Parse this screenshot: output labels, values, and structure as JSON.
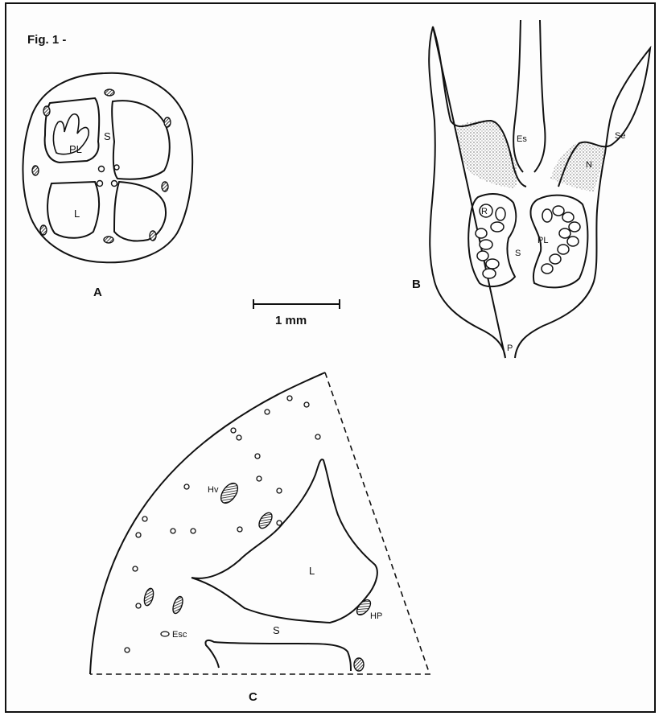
{
  "figure": {
    "title": "Fig. 1 -",
    "scale_bar": "1 mm"
  },
  "panels": {
    "a": {
      "letter": "A",
      "labels": {
        "pl": "PL",
        "s": "S",
        "l": "L"
      }
    },
    "b": {
      "letter": "B",
      "labels": {
        "es": "Es",
        "se": "Se",
        "n": "N",
        "r": "R",
        "pl": "PL",
        "s": "S",
        "p": "P"
      }
    },
    "c": {
      "letter": "C",
      "labels": {
        "hv": "Hv",
        "l": "L",
        "hp": "HP",
        "esc": "Esc",
        "s": "S"
      }
    }
  },
  "colors": {
    "ink": "#111111",
    "paper": "#fdfdfd"
  }
}
